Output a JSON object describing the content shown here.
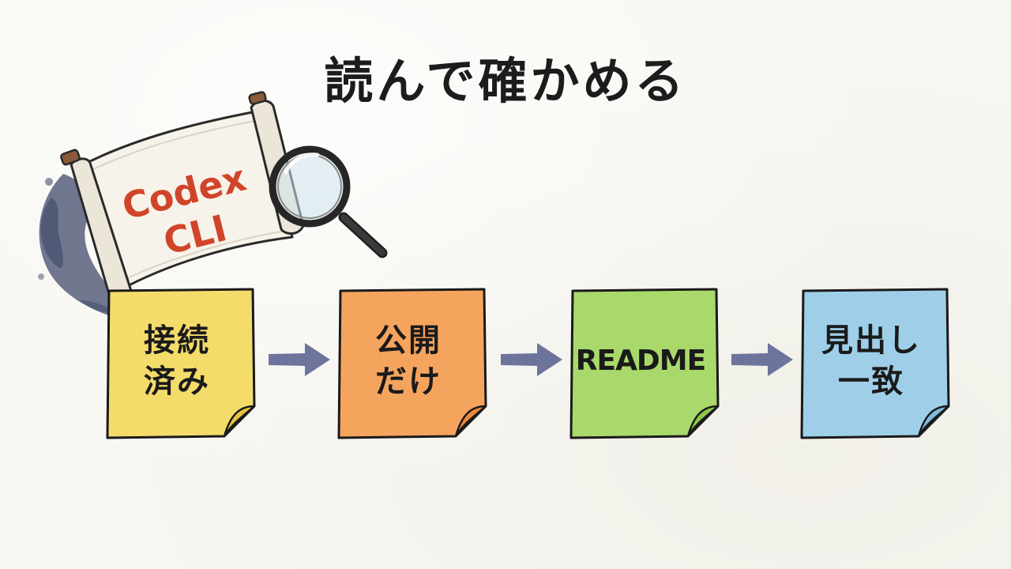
{
  "title": "読んで確かめる",
  "scroll": {
    "line1": "Codex",
    "line2": "CLI",
    "text_color": "#d0452a"
  },
  "steps": [
    {
      "label": "接続\n済み",
      "color": "#f4dc6b",
      "edge": "#e8c441"
    },
    {
      "label": "公開\nだけ",
      "color": "#f5a45e",
      "edge": "#ea8a3c"
    },
    {
      "label": "README",
      "color": "#a9d96a",
      "edge": "#8cc94a"
    },
    {
      "label": "見出し\n一致",
      "color": "#9fcfe8",
      "edge": "#7fbbe0"
    }
  ],
  "arrow_color": "#5a6290",
  "ink_color": "#1a1a1a"
}
